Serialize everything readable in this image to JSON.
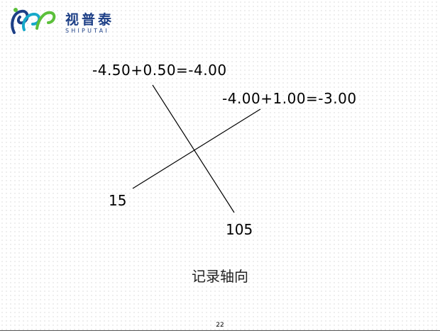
{
  "logo": {
    "title": "视普泰",
    "subtitle": "SHIPUTAI",
    "icon": "shiputai-logo-icon",
    "colors": {
      "blue": "#1d3f86",
      "cyan": "#17a9c9",
      "green": "#5bbf3a"
    }
  },
  "diagram": {
    "equation_top": "-4.50+0.50=-4.00",
    "equation_right": "-4.00+1.00=-3.00",
    "axis_label_15": "15",
    "axis_label_105": "105"
  },
  "caption": "记录轴向",
  "page_number": "22"
}
